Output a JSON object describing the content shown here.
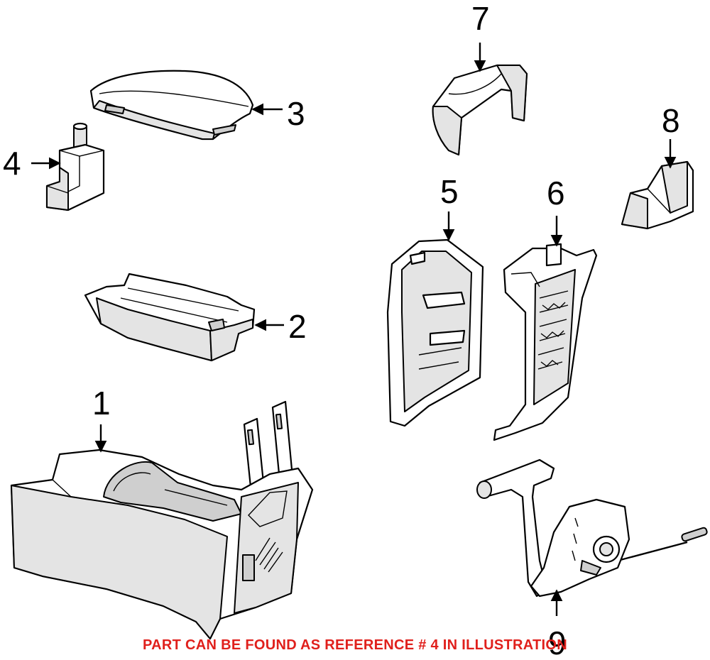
{
  "callouts": {
    "c1": "1",
    "c2": "2",
    "c3": "3",
    "c4": "4",
    "c5": "5",
    "c6": "6",
    "c7": "7",
    "c8": "8",
    "c9": "9"
  },
  "caption": "PART CAN BE FOUND AS REFERENCE # 4 IN ILLUSTRATION",
  "colors": {
    "caption": "#e0201c",
    "line": "#000000",
    "background": "#ffffff"
  }
}
